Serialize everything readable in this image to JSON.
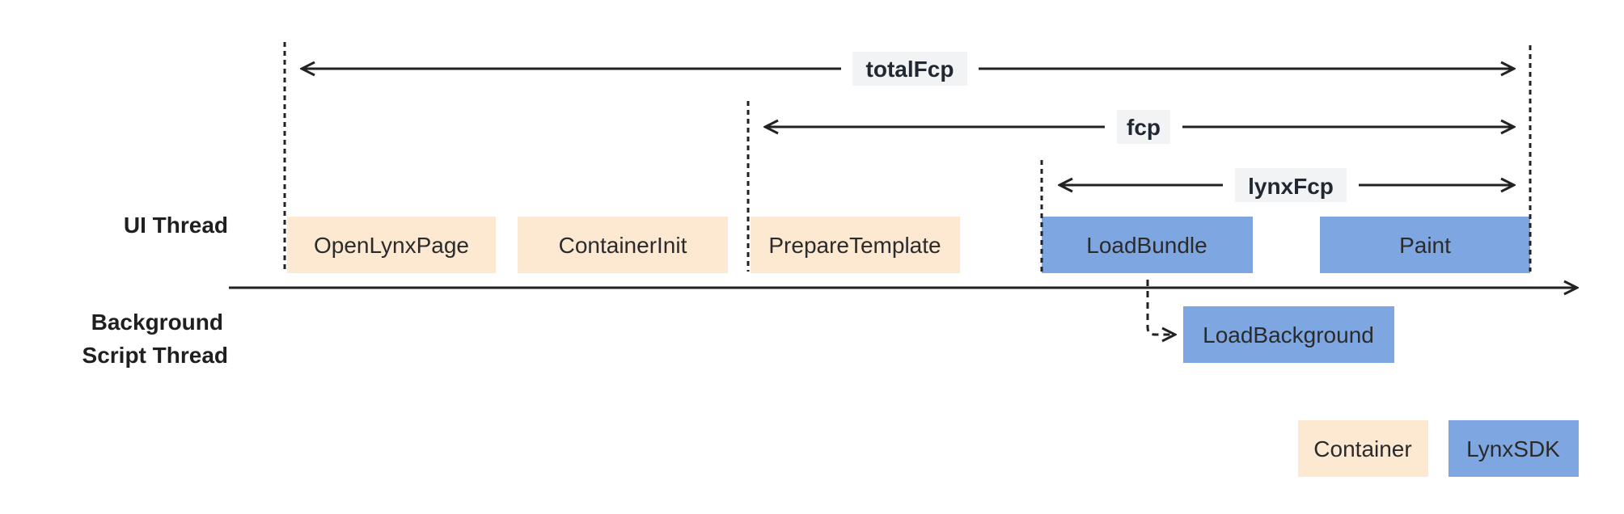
{
  "colors": {
    "container": "#fde8d1",
    "lynxsdk": "#7ea6e0",
    "line": "#222222",
    "label_bg": "#f1f3f5"
  },
  "threads": {
    "ui": "UI Thread",
    "background_line1": "Background",
    "background_line2": "Script Thread"
  },
  "stages": {
    "open_lynx_page": "OpenLynxPage",
    "container_init": "ContainerInit",
    "prepare_template": "PrepareTemplate",
    "load_bundle": "LoadBundle",
    "paint": "Paint",
    "load_background": "LoadBackground"
  },
  "metrics": {
    "total_fcp": "totalFcp",
    "fcp": "fcp",
    "lynx_fcp": "lynxFcp"
  },
  "legend": {
    "container": "Container",
    "lynxsdk": "LynxSDK"
  }
}
